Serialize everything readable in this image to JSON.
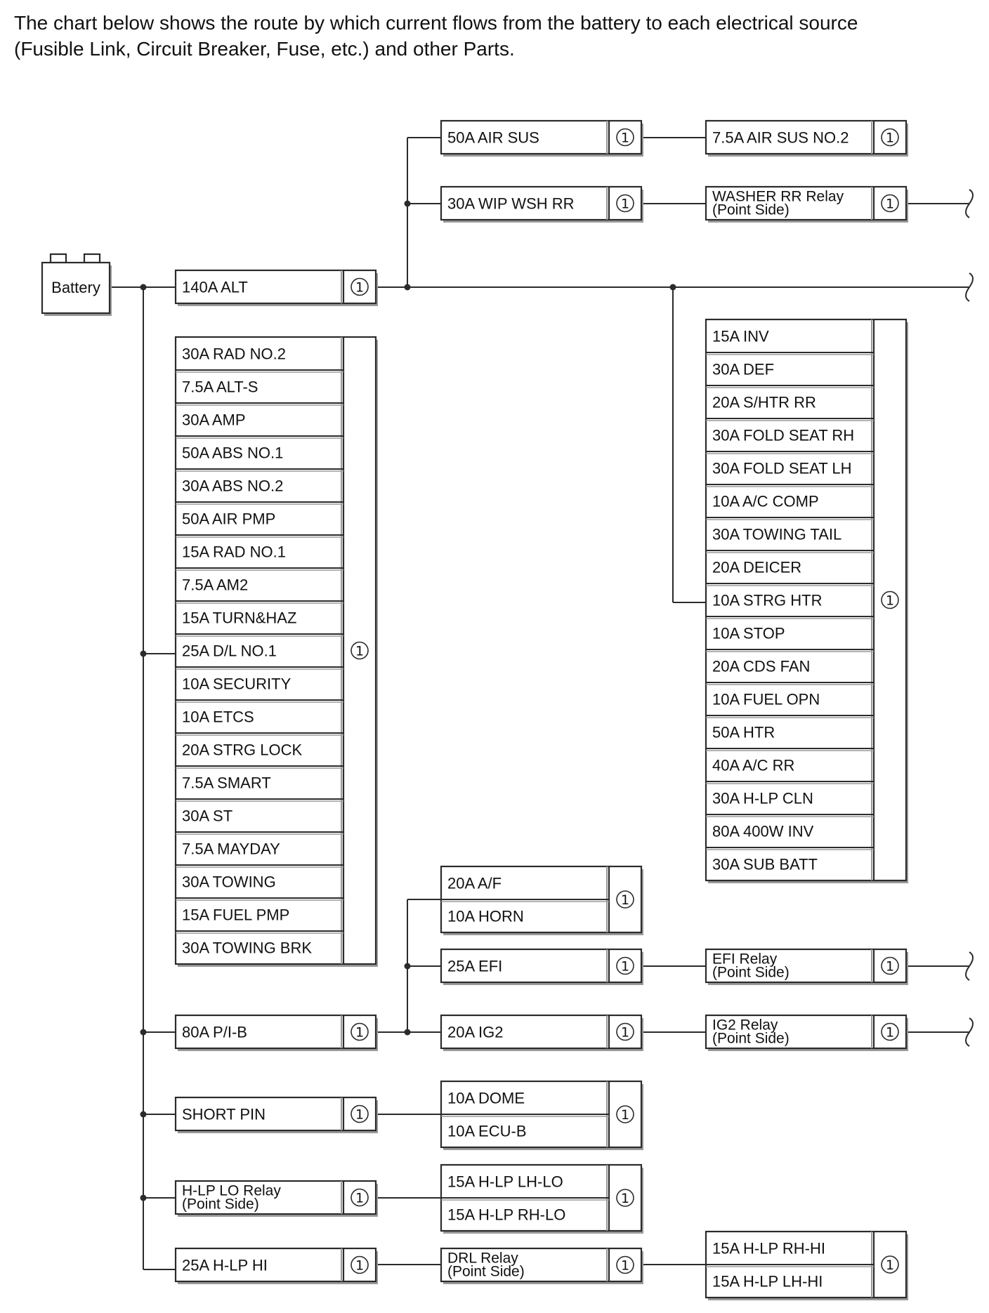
{
  "intro": {
    "line1": "The chart below shows the route by which current flows from the battery to each electrical source",
    "line2": "(Fusible Link, Circuit Breaker, Fuse, etc.) and other Parts."
  },
  "diagram": {
    "battery_label": "Battery",
    "marker": "①",
    "alt": "140A ALT",
    "upper_right": {
      "air_sus": "50A AIR SUS",
      "air_sus_no2": "7.5A AIR SUS NO.2",
      "wip_wsh_rr": "30A WIP WSH RR",
      "washer_relay": [
        "WASHER RR Relay",
        "(Point Side)"
      ]
    },
    "left_group": [
      "30A RAD NO.2",
      "7.5A ALT-S",
      "30A AMP",
      "50A ABS NO.1",
      "30A ABS NO.2",
      "50A AIR PMP",
      "15A RAD NO.1",
      "7.5A AM2",
      "15A TURN&HAZ",
      "25A D/L NO.1",
      "10A SECURITY",
      "10A ETCS",
      "20A STRG LOCK",
      "7.5A SMART",
      "30A ST",
      "7.5A MAYDAY",
      "30A TOWING",
      "15A FUEL PMP",
      "30A TOWING BRK"
    ],
    "right_group": [
      "15A INV",
      "30A DEF",
      "20A S/HTR RR",
      "30A FOLD SEAT RH",
      "30A FOLD SEAT LH",
      "10A A/C COMP",
      "30A TOWING TAIL",
      "20A DEICER",
      "10A STRG HTR",
      "10A STOP",
      "20A CDS FAN",
      "10A FUEL OPN",
      "50A HTR",
      "40A A/C RR",
      "30A H-LP CLN",
      "80A 400W INV",
      "30A SUB BATT"
    ],
    "pib": "80A P/I-B",
    "af_horn": [
      "20A A/F",
      "10A HORN"
    ],
    "efi": "25A EFI",
    "efi_relay": [
      "EFI Relay",
      "(Point Side)"
    ],
    "ig2": "20A IG2",
    "ig2_relay": [
      "IG2 Relay",
      "(Point Side)"
    ],
    "short_pin": "SHORT PIN",
    "dome_ecub": [
      "10A DOME",
      "10A ECU-B"
    ],
    "hlp_lo_relay": [
      "H-LP LO Relay",
      "(Point Side)"
    ],
    "hlp_lo_fuses": [
      "15A H-LP LH-LO",
      "15A H-LP RH-LO"
    ],
    "hlp_hi": "25A H-LP HI",
    "drl_relay": [
      "DRL Relay",
      "(Point Side)"
    ],
    "hlp_hi_fuses": [
      "15A H-LP RH-HI",
      "15A H-LP LH-HI"
    ]
  }
}
